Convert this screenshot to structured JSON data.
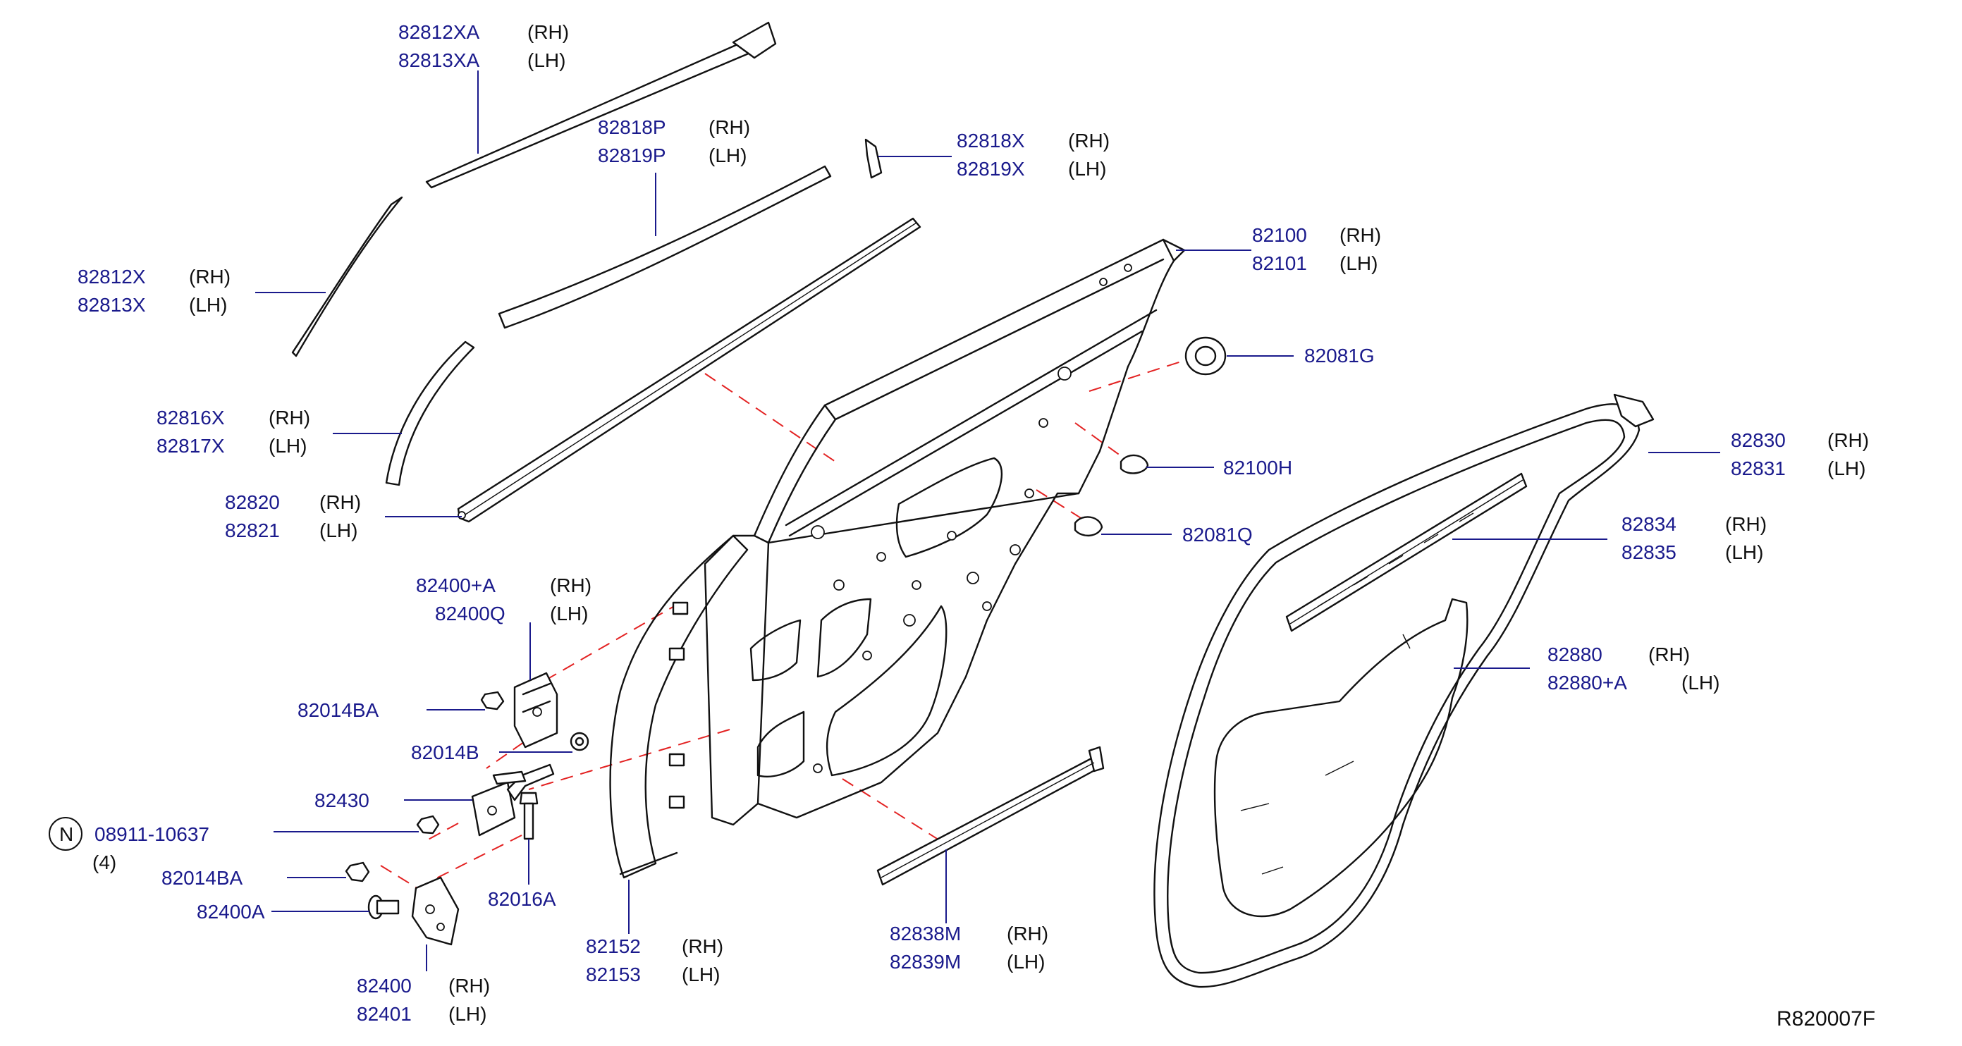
{
  "labels": {
    "p82812XA": "82812XA",
    "p82813XA": "82813XA",
    "p82818P": "82818P",
    "p82819P": "82819P",
    "p82818X": "82818X",
    "p82819X": "82819X",
    "p82812X": "82812X",
    "p82813X": "82813X",
    "p82100": "82100",
    "p82101": "82101",
    "p82081G": "82081G",
    "p82816X": "82816X",
    "p82817X": "82817X",
    "p82830": "82830",
    "p82831": "82831",
    "p82100H": "82100H",
    "p82820": "82820",
    "p82821": "82821",
    "p82834": "82834",
    "p82835": "82835",
    "p82081Q": "82081Q",
    "p82400A_plus": "82400+A",
    "p82400Q": "82400Q",
    "p82880": "82880",
    "p82880A": "82880+A",
    "p82014BA_1": "82014BA",
    "p82014B": "82014B",
    "p82430": "82430",
    "p08911": "08911-10637",
    "qty4": "(4)",
    "nut_symbol": "N",
    "p82014BA_2": "82014BA",
    "p82400A": "82400A",
    "p82016A": "82016A",
    "p82152": "82152",
    "p82153": "82153",
    "p82838M": "82838M",
    "p82839M": "82839M",
    "p82400": "82400",
    "p82401": "82401"
  },
  "sides": {
    "rh": "(RH)",
    "lh": "(LH)"
  },
  "reference_code": "R820007F"
}
